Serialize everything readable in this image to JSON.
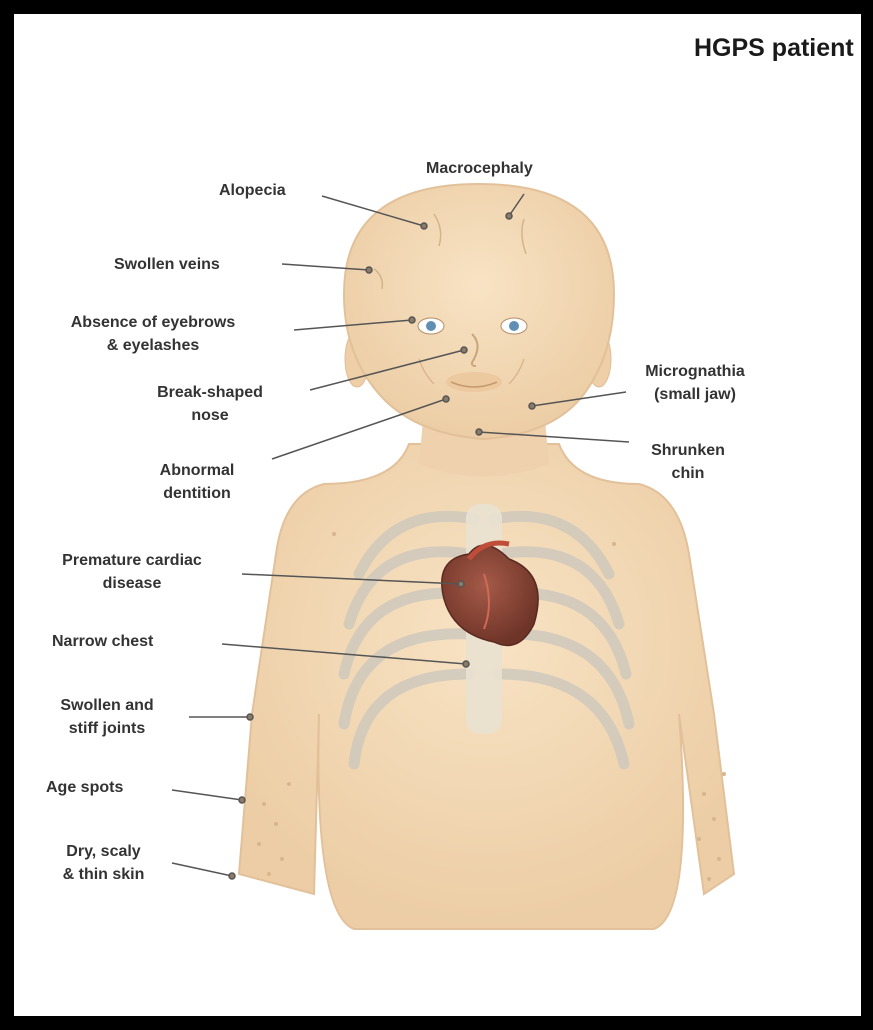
{
  "title": "HGPS patient",
  "labels": {
    "macrocephaly": "Macrocephaly",
    "alopecia": "Alopecia",
    "swollen_veins": "Swollen veins",
    "eyebrows_line1": "Absence of eyebrows",
    "eyebrows_line2": "& eyelashes",
    "nose_line1": "Break-shaped",
    "nose_line2": "nose",
    "dentition_line1": "Abnormal",
    "dentition_line2": "dentition",
    "cardiac_line1": "Premature cardiac",
    "cardiac_line2": "disease",
    "narrow_chest": "Narrow chest",
    "joints_line1": "Swollen and",
    "joints_line2": "stiff joints",
    "age_spots": "Age spots",
    "skin_line1": "Dry, scaly",
    "skin_line2": "& thin skin",
    "micrognathia_line1": "Micrognathia",
    "micrognathia_line2": "(small jaw)",
    "chin_line1": "Shrunken",
    "chin_line2": "chin"
  },
  "colors": {
    "skin": "#f4d9b4",
    "skin_shadow": "#e8c59c",
    "ribs": "#d9d3c7",
    "heart": "#8b4a3c",
    "iris": "#5f8fb3",
    "leader": "#555555"
  }
}
